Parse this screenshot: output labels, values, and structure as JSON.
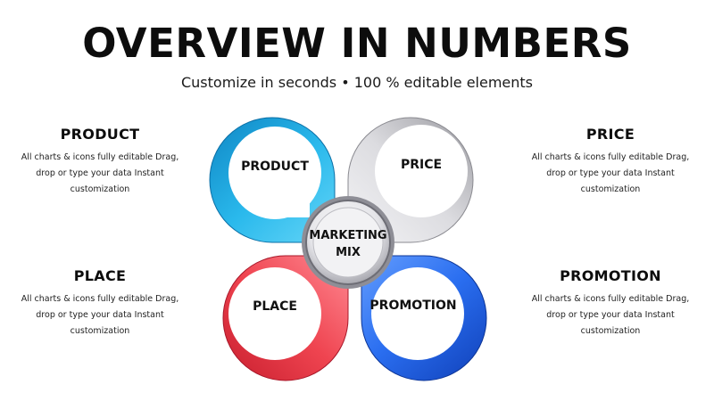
{
  "header": {
    "title": "OVERVIEW IN NUMBERS",
    "subtitle": "Customize in seconds • 100 % editable elements"
  },
  "panels": {
    "product": {
      "heading": "PRODUCT",
      "body": "All charts & icons fully editable Drag, drop or type your data Instant customization"
    },
    "place": {
      "heading": "PLACE",
      "body": "All charts & icons fully editable Drag, drop or type your data Instant customization"
    },
    "price": {
      "heading": "PRICE",
      "body": "All charts & icons fully editable Drag, drop or type your data Instant customization"
    },
    "promotion": {
      "heading": "PROMOTION",
      "body": "All charts & icons fully editable Drag, drop or type your data Instant customization"
    }
  },
  "diagram": {
    "center_label_line1": "MARKETING",
    "center_label_line2": "MIX",
    "petals": [
      {
        "key": "product",
        "label": "PRODUCT",
        "color": "#1aa8e0"
      },
      {
        "key": "price",
        "label": "PRICE",
        "color": "#c8c8cc"
      },
      {
        "key": "place",
        "label": "PLACE",
        "color": "#e8343f"
      },
      {
        "key": "promotion",
        "label": "PROMOTION",
        "color": "#1f5fe0"
      }
    ]
  }
}
